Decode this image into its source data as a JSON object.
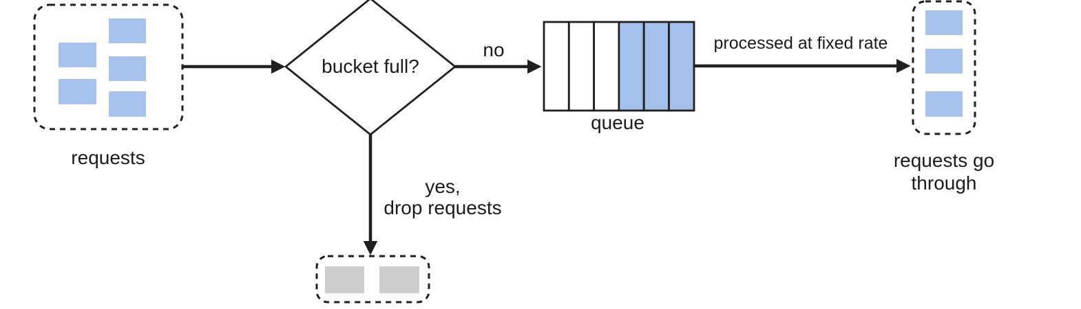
{
  "colors": {
    "item_blue": "#a6c3ee",
    "queue_filled_blue": "#a3c1ea",
    "dropped_gray": "#cdcdcd",
    "line": "#1f1f1f",
    "background": "#ffffff"
  },
  "nodes": {
    "requests_source": {
      "label": "requests",
      "item_count": 5
    },
    "decision": {
      "label": "bucket full?"
    },
    "queue": {
      "label": "queue",
      "cells_total": 6,
      "cells_empty": 3,
      "cells_filled": 3
    },
    "output": {
      "label_lines": [
        "requests go",
        "through"
      ],
      "item_count": 3
    },
    "dropped": {
      "item_count": 2
    }
  },
  "edges": {
    "decision_to_queue": {
      "label": "no"
    },
    "queue_to_output": {
      "label": "processed at fixed rate"
    },
    "decision_to_dropped": {
      "label_lines": [
        "yes,",
        "drop requests"
      ]
    }
  }
}
